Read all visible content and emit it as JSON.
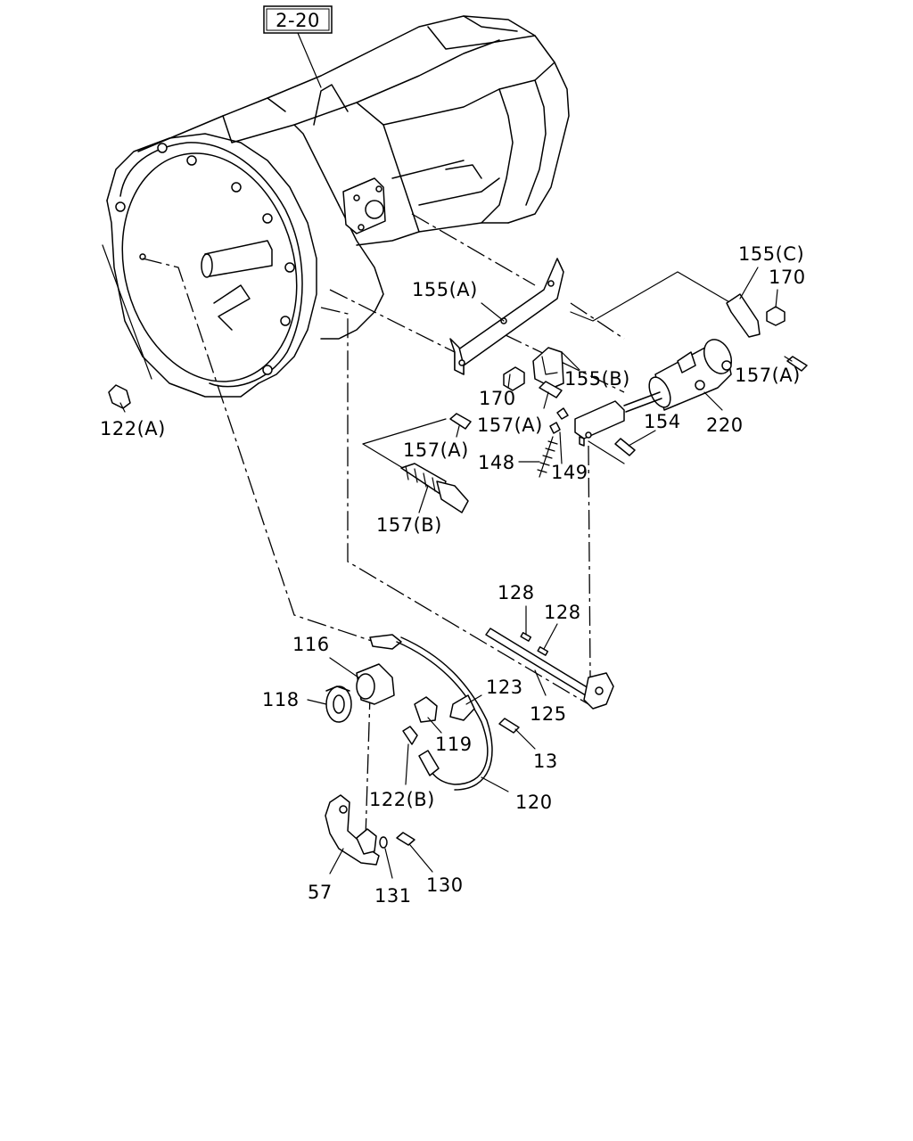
{
  "diagram": {
    "ref_box": "2-20",
    "labels": {
      "l155a": "155(A)",
      "l155b": "155(B)",
      "l155c": "155(C)",
      "l170a": "170",
      "l170b": "170",
      "l157a1": "157(A)",
      "l157a2": "157(A)",
      "l157a3": "157(A)",
      "l157b": "157(B)",
      "l154": "154",
      "l220": "220",
      "l148": "148",
      "l149": "149",
      "l122a": "122(A)",
      "l122b": "122(B)",
      "l128a": "128",
      "l128b": "128",
      "l116": "116",
      "l118": "118",
      "l123": "123",
      "l125": "125",
      "l119": "119",
      "l13": "13",
      "l120": "120",
      "l57": "57",
      "l131": "131",
      "l130": "130"
    }
  }
}
